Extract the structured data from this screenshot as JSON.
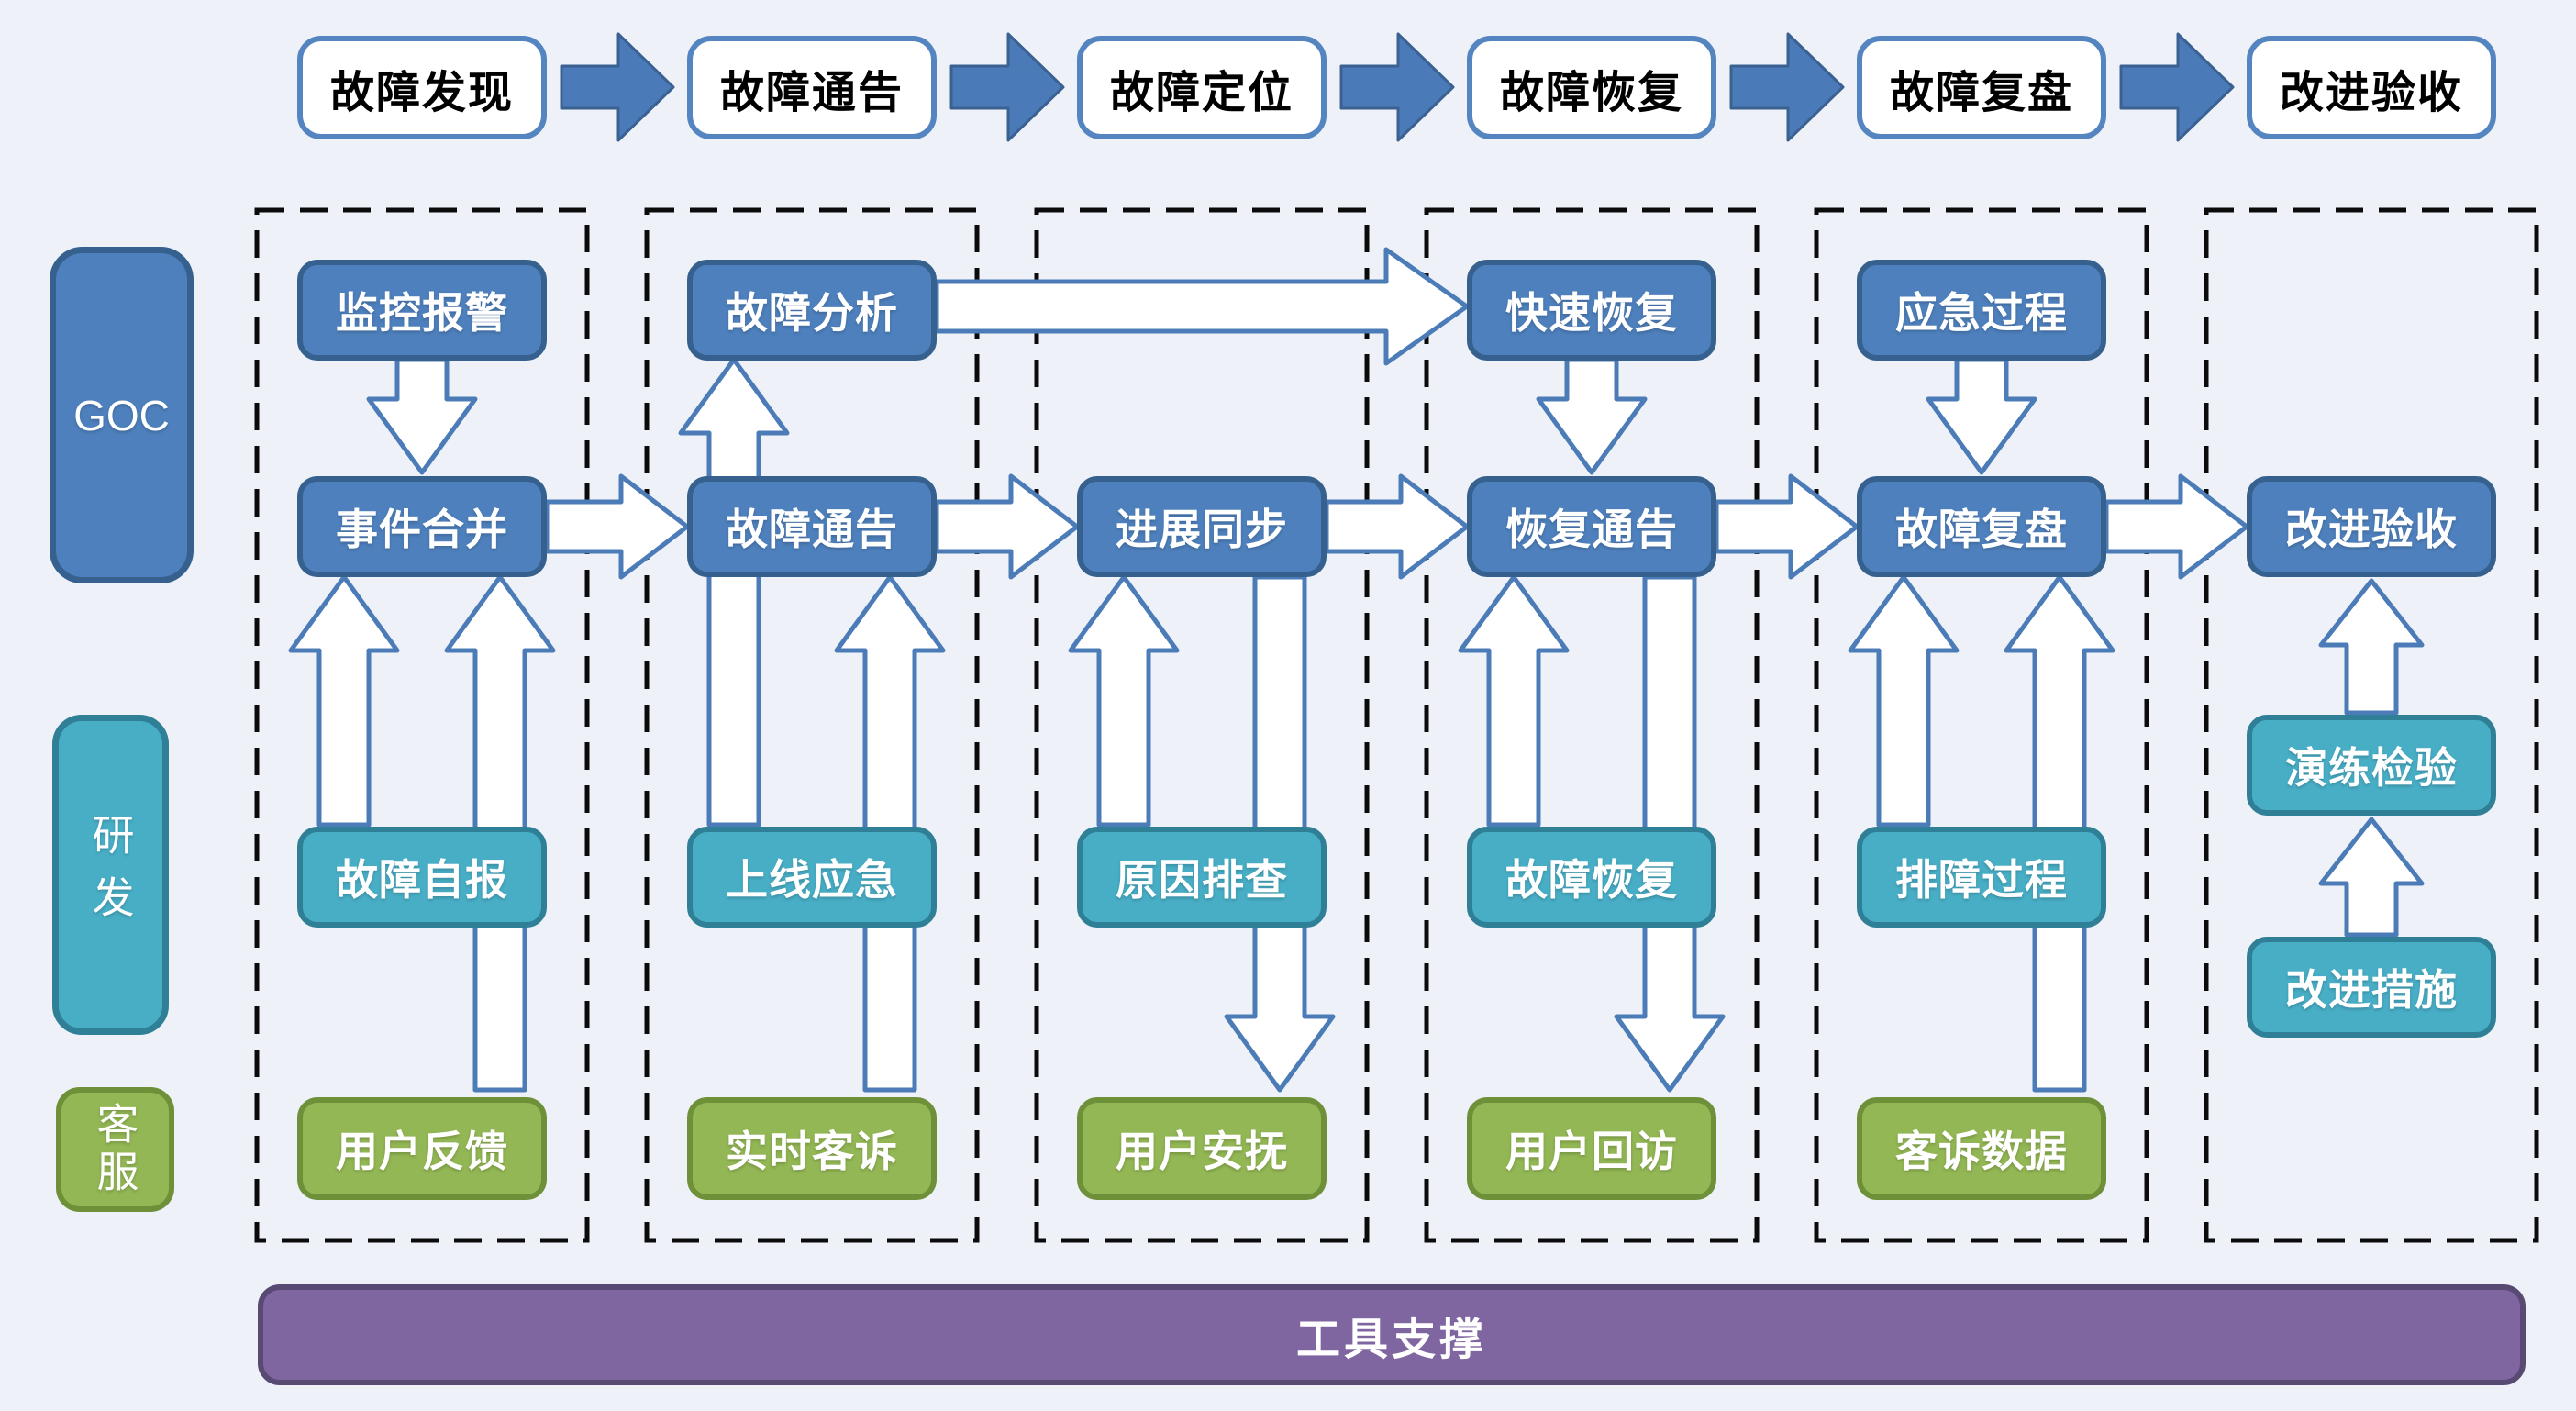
{
  "palette": {
    "background": "#eef2f8",
    "blue_node_fill": "#4e80bd",
    "blue_node_border": "#36618f",
    "teal_node_fill": "#48aec6",
    "teal_node_border": "#2f7f96",
    "green_node_fill": "#93b754",
    "green_node_border": "#6e9039",
    "purple_bar_fill": "#7f66a0",
    "purple_bar_border": "#594a74",
    "step_box_fill": "#ffffff",
    "step_box_border": "#5585c0",
    "arrow_outline": "#4c7cb8",
    "arrow_solid_fill": "#4a7ab8",
    "dashed_border": "#0b0b0b"
  },
  "lanes": [
    {
      "label": "GOC"
    },
    {
      "label": "研发"
    },
    {
      "label": "客服"
    }
  ],
  "columns": [
    {
      "step": "故障发现",
      "goc_top": "监控报警",
      "goc_main": "事件合并",
      "dev": "故障自报",
      "support": "用户反馈"
    },
    {
      "step": "故障通告",
      "goc_top": "故障分析",
      "goc_main": "故障通告",
      "dev": "上线应急",
      "support": "实时客诉"
    },
    {
      "step": "故障定位",
      "goc_main": "进展同步",
      "dev": "原因排查",
      "support": "用户安抚"
    },
    {
      "step": "故障恢复",
      "goc_top": "快速恢复",
      "goc_main": "恢复通告",
      "dev": "故障恢复",
      "support": "用户回访"
    },
    {
      "step": "故障复盘",
      "goc_top": "应急过程",
      "goc_main": "故障复盘",
      "dev": "排障过程",
      "support": "客诉数据"
    },
    {
      "step": "改进验收",
      "goc_main": "改进验收",
      "dev_upper": "演练检验",
      "dev_lower": "改进措施"
    }
  ],
  "connections": [
    "监控报警→事件合并",
    "故障自报→事件合并",
    "用户反馈→事件合并",
    "事件合并→故障通告",
    "上线应急→故障分析",
    "实时客诉→故障通告",
    "故障分析→快速恢复",
    "故障通告→进展同步",
    "原因排查→进展同步",
    "进展同步→用户安抚",
    "进展同步→恢复通告",
    "快速恢复→恢复通告",
    "故障恢复→恢复通告",
    "恢复通告→用户回访",
    "恢复通告→故障复盘",
    "应急过程→故障复盘",
    "排障过程→故障复盘",
    "客诉数据→故障复盘",
    "故障复盘→改进验收",
    "演练检验→改进验收",
    "改进措施→演练检验"
  ],
  "footer": {
    "label": "工具支撑"
  }
}
